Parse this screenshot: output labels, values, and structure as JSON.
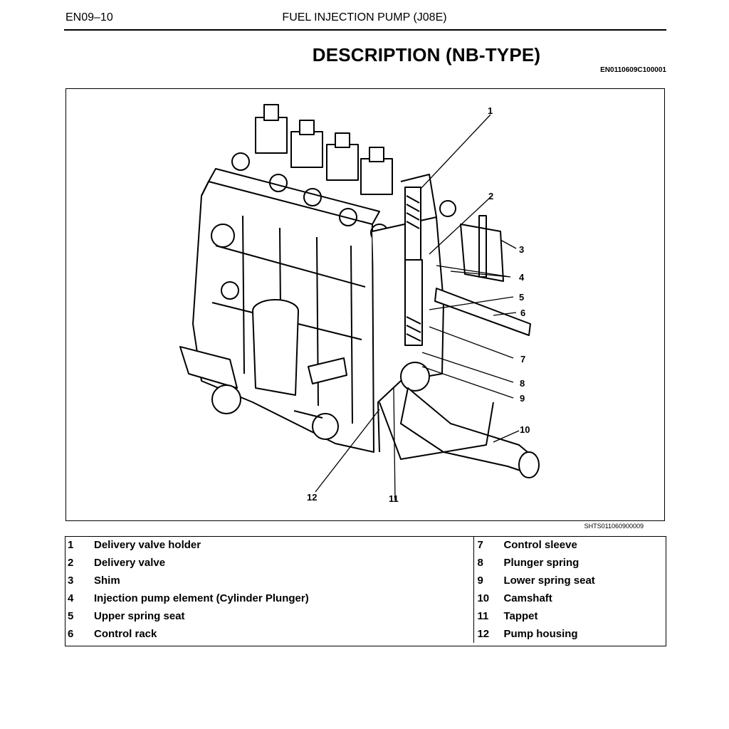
{
  "header": {
    "page_code": "EN09–10",
    "section_title": "FUEL INJECTION PUMP (J08E)"
  },
  "title": "DESCRIPTION (NB-TYPE)",
  "doc_code": "EN0110609C100001",
  "figure": {
    "code": "SHTS011060900009",
    "callouts": [
      "1",
      "2",
      "3",
      "4",
      "5",
      "6",
      "7",
      "8",
      "9",
      "10",
      "11",
      "12"
    ]
  },
  "legend": {
    "left": [
      {
        "num": "1",
        "label": "Delivery valve holder"
      },
      {
        "num": "2",
        "label": "Delivery valve"
      },
      {
        "num": "3",
        "label": "Shim"
      },
      {
        "num": "4",
        "label": "Injection pump element (Cylinder Plunger)"
      },
      {
        "num": "5",
        "label": "Upper spring seat"
      },
      {
        "num": "6",
        "label": "Control rack"
      }
    ],
    "right": [
      {
        "num": "7",
        "label": "Control sleeve"
      },
      {
        "num": "8",
        "label": "Plunger spring"
      },
      {
        "num": "9",
        "label": "Lower spring seat"
      },
      {
        "num": "10",
        "label": "Camshaft"
      },
      {
        "num": "11",
        "label": "Tappet"
      },
      {
        "num": "12",
        "label": "Pump housing"
      }
    ]
  }
}
